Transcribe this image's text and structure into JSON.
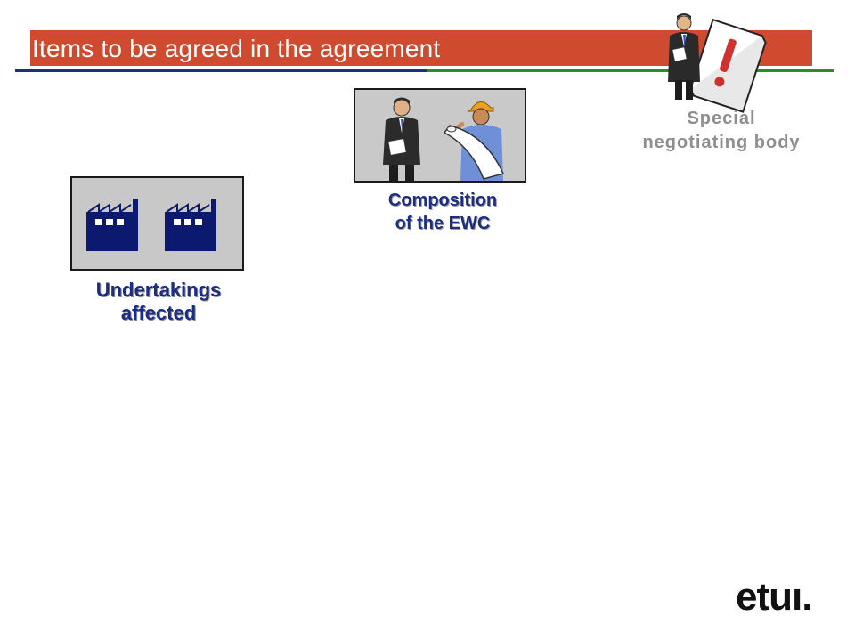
{
  "header": {
    "title": "Items to be agreed in the agreement"
  },
  "items": [
    {
      "label": "Undertakings affected"
    },
    {
      "label": "Composition of the EWC"
    },
    {
      "label": "Special negotiating body"
    }
  ],
  "captions": {
    "undertakings": [
      "Undertakings",
      "affected"
    ],
    "composition": [
      "Composition",
      "of the EWC"
    ],
    "snb": [
      "Special",
      "negotiating body"
    ]
  },
  "logo": {
    "text": "etuı."
  },
  "colors": {
    "title_bar": "#d04a2f",
    "caption_blue": "#1b2d85",
    "rule_blue": "#1f2f7a",
    "rule_green": "#2e8a2a"
  }
}
